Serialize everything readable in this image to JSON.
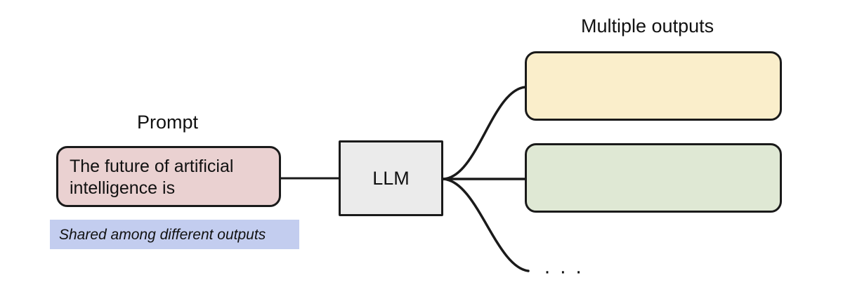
{
  "diagram": {
    "title_prompt": "Prompt",
    "title_outputs": "Multiple outputs",
    "prompt_box": {
      "text": "The future of artificial intelligence is",
      "fill": "#ead1d1",
      "stroke": "#1a1a1a"
    },
    "llm_box": {
      "label": "LLM",
      "fill": "#ebebeb",
      "stroke": "#1a1a1a"
    },
    "outputs": [
      {
        "label": "",
        "fill": "#faeecb",
        "stroke": "#1a1a1a"
      },
      {
        "label": "",
        "fill": "#dfe8d4",
        "stroke": "#1a1a1a"
      }
    ],
    "more_outputs_indicator": "· · ·",
    "shared_note": {
      "text": "Shared among different outputs",
      "fill": "#c3cdef"
    },
    "colors": {
      "background": "#ffffff",
      "ink": "#111111",
      "edge": "#1a1a1a",
      "prompt": "#ead1d1",
      "llm": "#ebebeb",
      "output_yellow": "#faeecb",
      "output_green": "#dfe8d4",
      "shared_blue": "#c3cdef"
    }
  }
}
